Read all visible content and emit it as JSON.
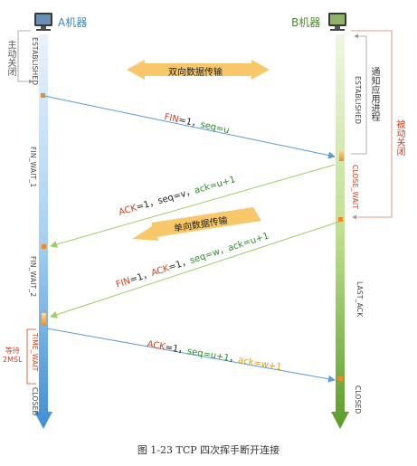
{
  "hosts": {
    "a": {
      "label": "A机器",
      "label_color": "#3a86c8"
    },
    "b": {
      "label": "B机器",
      "label_color": "#4a8a2a"
    }
  },
  "banners": {
    "bidirectional": "双向数据传输",
    "unidirectional": "单向数据传输"
  },
  "side_notes": {
    "active_close": "主动关闭",
    "notify_app": "通知应用进程",
    "passive_close": "被动关闭",
    "wait_2msl_line1": "等待",
    "wait_2msl_line2": "2MSL"
  },
  "states": {
    "a": [
      "ESTABLISHED",
      "FIN_WAIT_1",
      "FIN_WAIT_2",
      "TIME_WAIT",
      "CLOSED"
    ],
    "b": [
      "ESTABLISHED",
      "CLOSE_WAIT",
      "LAST_ACK",
      "CLOSED"
    ]
  },
  "messages": [
    {
      "parts": [
        {
          "t": "FIN",
          "c": "#d04020"
        },
        {
          "t": "=1，",
          "c": "#222"
        },
        {
          "t": "seq=u",
          "c": "#2a8a2a"
        }
      ]
    },
    {
      "parts": [
        {
          "t": "ACK",
          "c": "#d04020"
        },
        {
          "t": "=1，",
          "c": "#222"
        },
        {
          "t": "seq=v，",
          "c": "#222"
        },
        {
          "t": "ack=u+1",
          "c": "#2a8a2a"
        }
      ]
    },
    {
      "parts": [
        {
          "t": "FIN",
          "c": "#d04020"
        },
        {
          "t": "=1，",
          "c": "#222"
        },
        {
          "t": "ACK",
          "c": "#d04020"
        },
        {
          "t": "=1，",
          "c": "#222"
        },
        {
          "t": "seq=w，",
          "c": "#2a8a2a"
        },
        {
          "t": "ack=u+1",
          "c": "#2a8a2a"
        }
      ]
    },
    {
      "parts": [
        {
          "t": "ACK",
          "c": "#d04020"
        },
        {
          "t": "=1，",
          "c": "#222"
        },
        {
          "t": "seq=u+1",
          "c": "#2a8a2a"
        },
        {
          "t": "，",
          "c": "#222"
        },
        {
          "t": "ack=w+1",
          "c": "#d0a020"
        }
      ]
    }
  ],
  "caption": "图 1-23  TCP 四次挥手断开连接",
  "colors": {
    "a_line": "#6aaee8",
    "b_line": "#7ac043",
    "arrow_blue": "#5b9bd5",
    "arrow_green": "#9ccc65",
    "marker": "#f08a24",
    "banner": "#f7c76a",
    "note_red": "#d04020",
    "bracket": "#999999"
  }
}
